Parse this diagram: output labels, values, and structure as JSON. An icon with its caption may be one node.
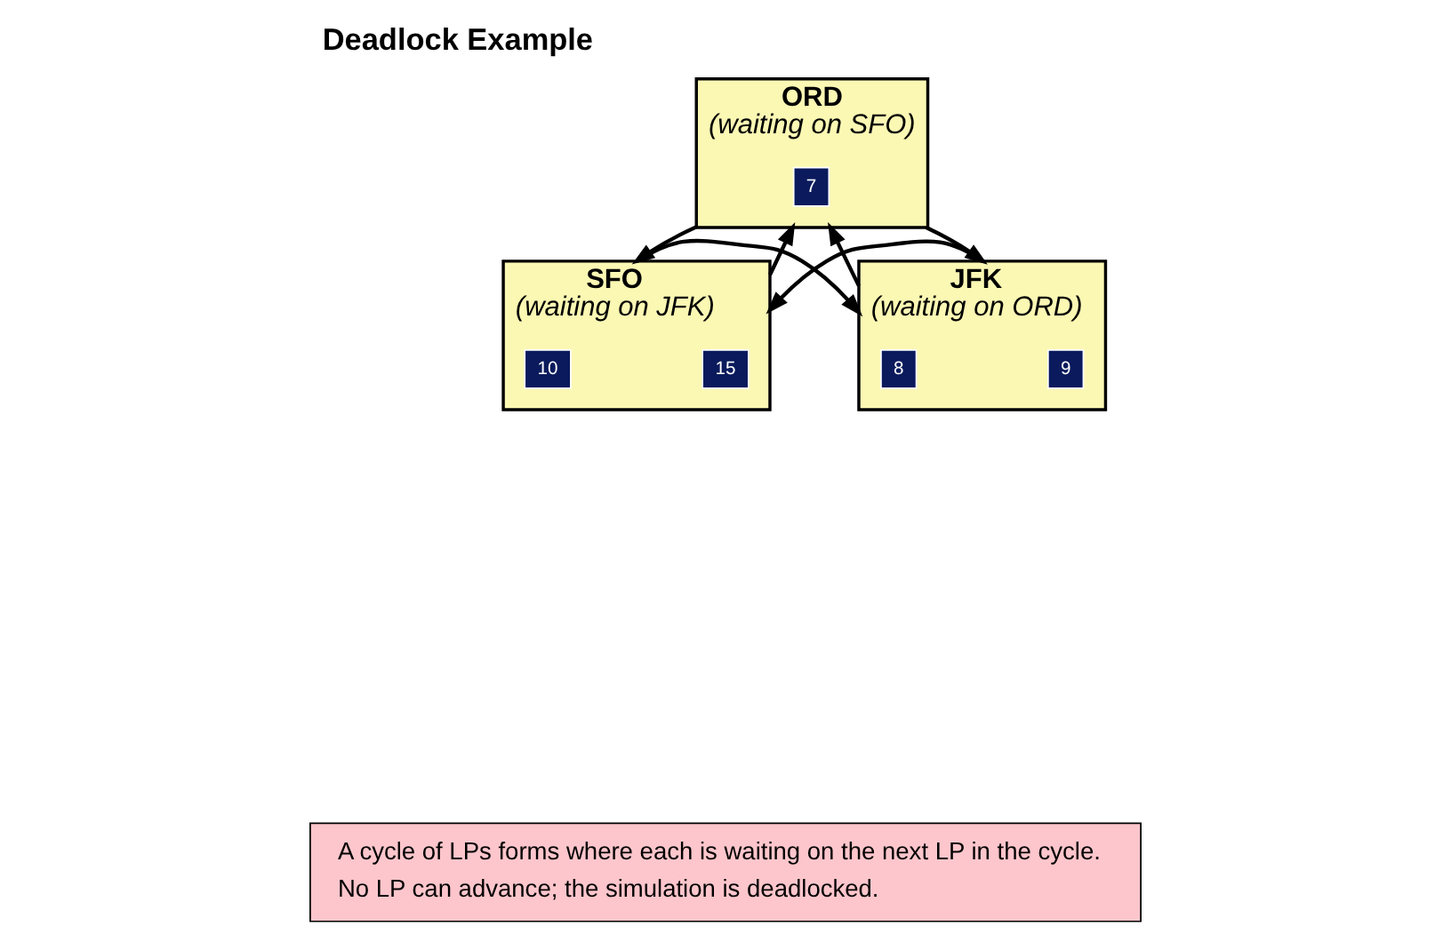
{
  "diagram": {
    "title": "Deadlock Example",
    "nodes": [
      {
        "text": [
          "ORD",
          "(waiting on SFO)"
        ]
      },
      {
        "text": [
          "7"
        ],
        "in": 0
      },
      {
        "text": [
          "SFO",
          "(waiting on JFK)"
        ]
      },
      {
        "text": [
          "15"
        ],
        "in": 2
      },
      {
        "text": [
          "10"
        ],
        "in": 2
      },
      {
        "text": [
          "JFK",
          "(waiting on ORD)"
        ]
      },
      {
        "text": [
          "9"
        ],
        "in": 5
      },
      {
        "text": [
          "8"
        ],
        "in": 5
      },
      {
        "text": [
          "A cycle of LPs forms where each is waiting on the next LP in the cycle.",
          "No LP can advance; the simulation is deadlocked."
        ]
      }
    ],
    "edges": [
      {
        "from": 2,
        "to": 0,
        "arrow": "to"
      },
      {
        "from": 0,
        "to": 2,
        "arrow": "to"
      },
      {
        "from": 0,
        "to": 5,
        "arrow": "to"
      },
      {
        "from": 5,
        "to": 0,
        "arrow": "to"
      },
      {
        "from": 5,
        "to": 2,
        "arrow": "to"
      },
      {
        "from": 2,
        "to": 5,
        "arrow": "to"
      }
    ]
  }
}
